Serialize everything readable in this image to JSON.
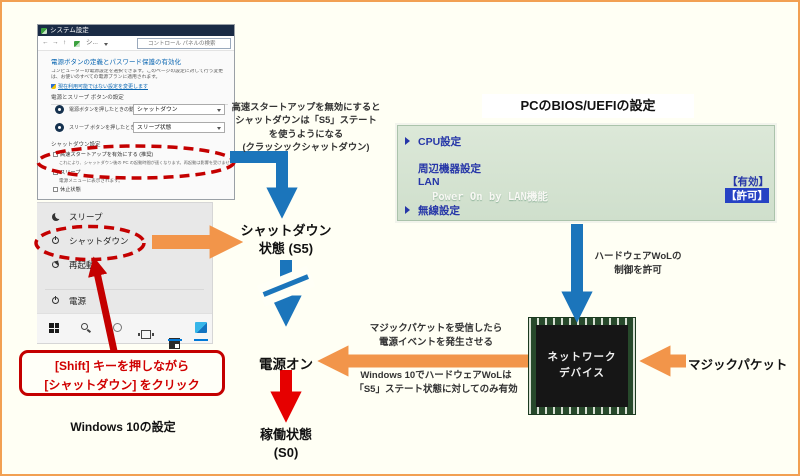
{
  "settings": {
    "title": "システム設定",
    "toolbar": {
      "crumb": "シ...",
      "search": "コントロール パネルの検索"
    },
    "heading_link": "電源ボタンの定義とパスワード保護の有効化",
    "intro": "コンピューターの電源設定を選択できます。このページの設定に対して行う変更は、お使いのすべての電源プランに適用されます。",
    "admin_link": "現在利用可能ではない設定を変更します",
    "section_power": "電源とスリープ ボタンの設定",
    "row_power": {
      "label": "電源ボタンを押したときの動作:",
      "value": "シャットダウン"
    },
    "row_sleep": {
      "label": "スリープ ボタンを押したときの動作:",
      "value": "スリープ状態"
    },
    "section_shutdown": "シャットダウン設定",
    "fast_startup": {
      "label": "高速スタートアップを有効にする (推奨)",
      "desc": "これにより、シャットダウン後の PC の起動時間が速くなります。再起動は影響を受けません。",
      "detail": "詳細"
    },
    "sleep_item": {
      "label": "スリープ",
      "desc": "電源メニューに表示されます。"
    },
    "hibernate_label": "休止状態"
  },
  "power_menu": {
    "sleep": "スリープ",
    "shutdown": "シャットダウン",
    "restart": "再起動",
    "power": "電源"
  },
  "shift_box": [
    "[Shift] キーを押しながら",
    "[シャットダウン] をクリック"
  ],
  "windows_label": "Windows 10の設定",
  "notes": {
    "fast": [
      "高速スタートアップを無効にすると",
      "シャットダウンは「S5」ステート",
      "を使うようになる",
      "(クラッシックシャットダウン)"
    ],
    "receive": [
      "マジックパケットを受信したら",
      "電源イベントを発生させる"
    ],
    "s5only": [
      "Windows 10でハードウェアWoLは",
      "「S5」ステート状態に対してのみ有効"
    ],
    "hw": [
      "ハードウェアWoLの",
      "制御を許可"
    ]
  },
  "flow": {
    "s5": [
      "シャットダウン",
      "状態 (S5)"
    ],
    "power_on": "電源オン",
    "s0": [
      "稼働状態",
      "(S0)"
    ]
  },
  "bios": {
    "title": "PCのBIOS/UEFIの設定",
    "cpu": "CPU設定",
    "peripheral": "周辺機器設定",
    "lan": "LAN",
    "lan_value": "【有効】",
    "pol": "Power On by LAN機能",
    "pol_value": "【許可】",
    "wireless": "無線設定"
  },
  "chip": [
    "ネットワーク",
    "デバイス"
  ],
  "magic_label": "マジックパケット",
  "colors": {
    "background": "#FFFFF4",
    "frame_orange": "#F2A052",
    "arrow_blue": "#1B75BB",
    "arrow_orange": "#F2954A",
    "arrow_red": "#E60000",
    "annotation_red": "#C40000",
    "bios_text_blue": "#2636A8",
    "bios_panel_green": "#D5E3D1",
    "titlebar_navy": "#1A2B45"
  }
}
